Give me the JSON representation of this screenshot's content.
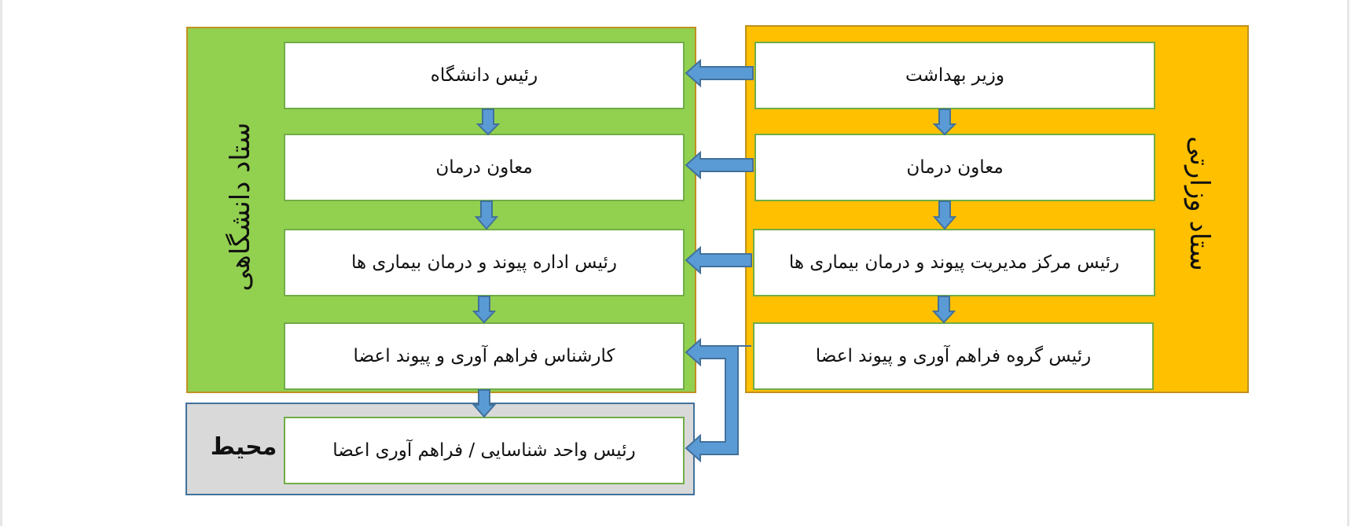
{
  "colors": {
    "university_panel": "#92d050",
    "ministry_panel": "#ffc000",
    "environment_panel": "#d9d9d9",
    "box_border": "#70ad47",
    "arrow_fill": "#5b9bd5",
    "arrow_stroke": "#41719c"
  },
  "ministry": {
    "label": "ستاد وزارتی",
    "boxes": [
      "وزیر بهداشت",
      "معاون درمان",
      "رئیس مرکز مدیریت پیوند و درمان بیماری ها",
      "رئیس گروه فراهم آوری و پیوند اعضا"
    ]
  },
  "university": {
    "label": "ستاد دانشگاهی",
    "boxes": [
      "رئیس دانشگاه",
      "معاون درمان",
      "رئیس اداره پیوند و درمان بیماری ها",
      "کارشناس فراهم آوری و پیوند اعضا"
    ]
  },
  "environment": {
    "label": "محیط",
    "box": "رئیس واحد شناسایی / فراهم آوری اعضا"
  }
}
